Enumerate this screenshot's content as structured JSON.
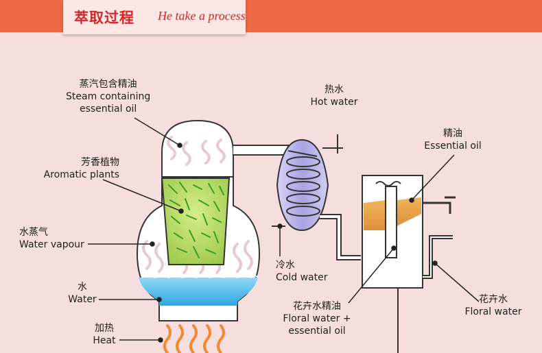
{
  "header": {
    "title_cn": "萃取过程",
    "title_en": "He take a process"
  },
  "labels": {
    "steam": {
      "cn": "蒸汽包含精油",
      "en1": "Steam containing",
      "en2": "essential oil"
    },
    "plants": {
      "cn": "芳香植物",
      "en": "Aromatic plants"
    },
    "vapour": {
      "cn": "水蒸气",
      "en": "Water vapour"
    },
    "water": {
      "cn": "水",
      "en": "Water"
    },
    "heat": {
      "cn": "加热",
      "en": "Heat"
    },
    "hot_water": {
      "cn": "热水",
      "en": "Hot water"
    },
    "cold_water": {
      "cn": "冷水",
      "en": "Cold water"
    },
    "essential_oil": {
      "cn": "精油",
      "en": "Essential oil"
    },
    "floral_oil": {
      "cn": "花卉水精油",
      "en1": "Floral water +",
      "en2": "essential oil"
    },
    "floral_water": {
      "cn": "花卉水",
      "en": "Floral water"
    }
  },
  "colors": {
    "header_bg": "#ee6a45",
    "title_red": "#d7262a",
    "background": "#f6dede",
    "water_blue": "#3fb6ea",
    "oil_orange": "#e8a046",
    "plant_green": "#8cc63e",
    "coil_purple": "#b8b2e6",
    "heat_orange": "#f08a30"
  }
}
